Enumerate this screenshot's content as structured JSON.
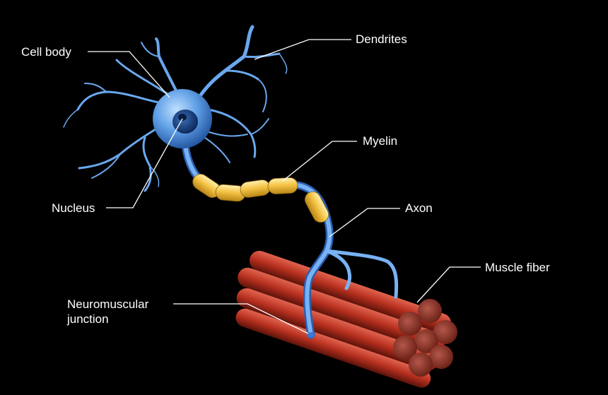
{
  "labels": {
    "dendrites": "Dendrites",
    "cell_body": "Cell body",
    "myelin": "Myelin",
    "axon": "Axon",
    "nucleus": "Nucleus",
    "muscle_fiber": "Muscle fiber",
    "nmj_line1": "Neuromuscular",
    "nmj_line2": "junction"
  },
  "colors": {
    "background": "#000000",
    "neuron": "#5a9be8",
    "myelin": "#f2c24a",
    "muscle": "#c23a2a",
    "leader_line": "#ffffff"
  }
}
